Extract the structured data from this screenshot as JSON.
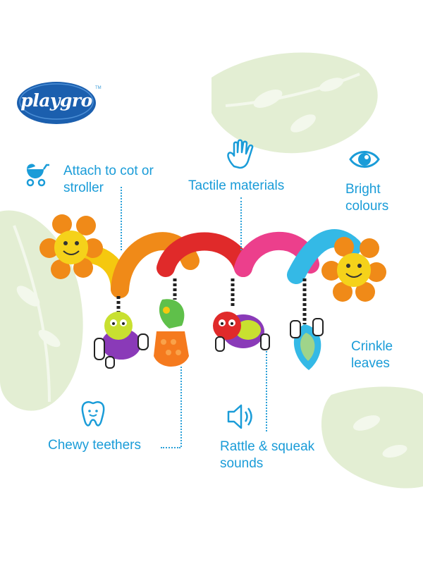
{
  "brand": {
    "logo_text": "playgro",
    "trademark": "TM"
  },
  "colors": {
    "accent": "#1a9cd8",
    "logo_blue": "#1b5fae",
    "leaf_green": "#dbe9c8",
    "spiral_yellow": "#f5c80f",
    "spiral_orange": "#f08a18",
    "spiral_red": "#e02a2a",
    "spiral_pink": "#ec3f8c",
    "spiral_blue": "#34b9e6"
  },
  "features": {
    "attach": {
      "label_line1": "Attach to cot or",
      "label_line2": "stroller",
      "icon": "pram-icon"
    },
    "tactile": {
      "label": "Tactile materials",
      "icon": "hand-icon"
    },
    "bright": {
      "label_line1": "Bright",
      "label_line2": "colours",
      "icon": "eye-icon"
    },
    "crinkle": {
      "label_line1": "Crinkle",
      "label_line2": "leaves"
    },
    "chewy": {
      "label": "Chewy teethers",
      "icon": "tooth-icon"
    },
    "rattle": {
      "label_line1": "Rattle & squeak",
      "label_line2": "sounds",
      "icon": "speaker-icon"
    }
  }
}
